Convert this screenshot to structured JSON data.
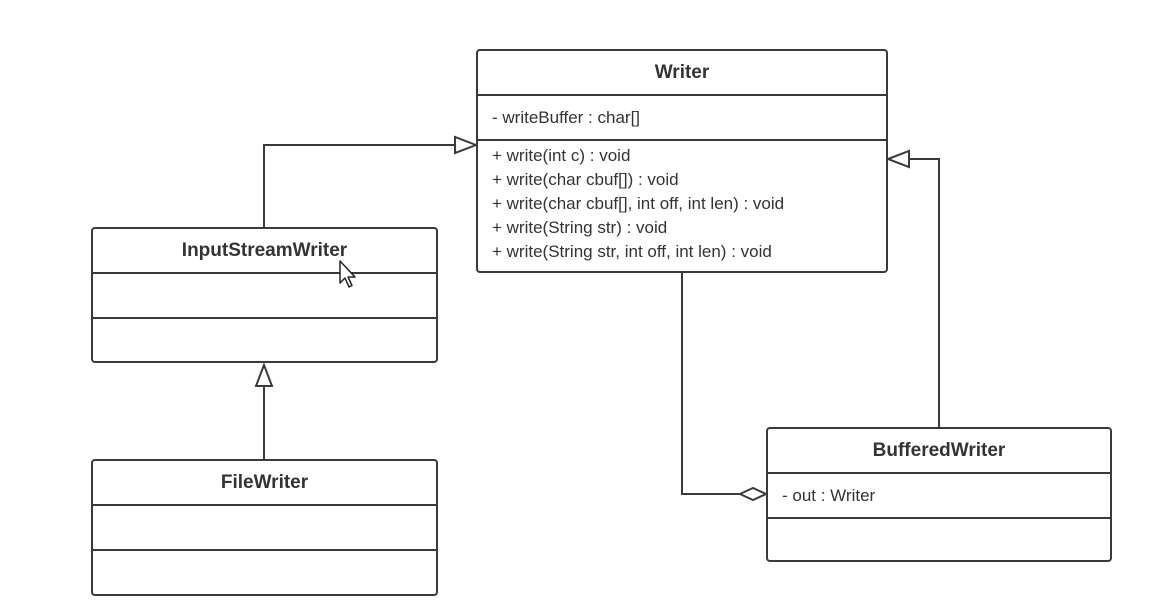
{
  "diagram": {
    "classes": {
      "writer": {
        "name": "Writer",
        "attributes": [
          "- writeBuffer : char[]"
        ],
        "methods": [
          "+ write(int c) : void",
          "+ write(char cbuf[]) : void",
          "+ write(char cbuf[], int off, int len) : void",
          "+ write(String str) : void",
          "+ write(String str, int off, int len) : void"
        ]
      },
      "input_stream_writer": {
        "name": "InputStreamWriter",
        "attributes": [],
        "methods": []
      },
      "file_writer": {
        "name": "FileWriter",
        "attributes": [],
        "methods": []
      },
      "buffered_writer": {
        "name": "BufferedWriter",
        "attributes": [
          "- out :  Writer"
        ],
        "methods": []
      }
    },
    "relationships": [
      {
        "from": "InputStreamWriter",
        "to": "Writer",
        "type": "generalization"
      },
      {
        "from": "FileWriter",
        "to": "InputStreamWriter",
        "type": "generalization"
      },
      {
        "from": "BufferedWriter",
        "to": "Writer",
        "type": "generalization"
      },
      {
        "from": "BufferedWriter",
        "to": "Writer",
        "type": "aggregation"
      }
    ],
    "colors": {
      "line": "#3a3a3a",
      "background": "#ffffff",
      "text": "#333333"
    }
  }
}
